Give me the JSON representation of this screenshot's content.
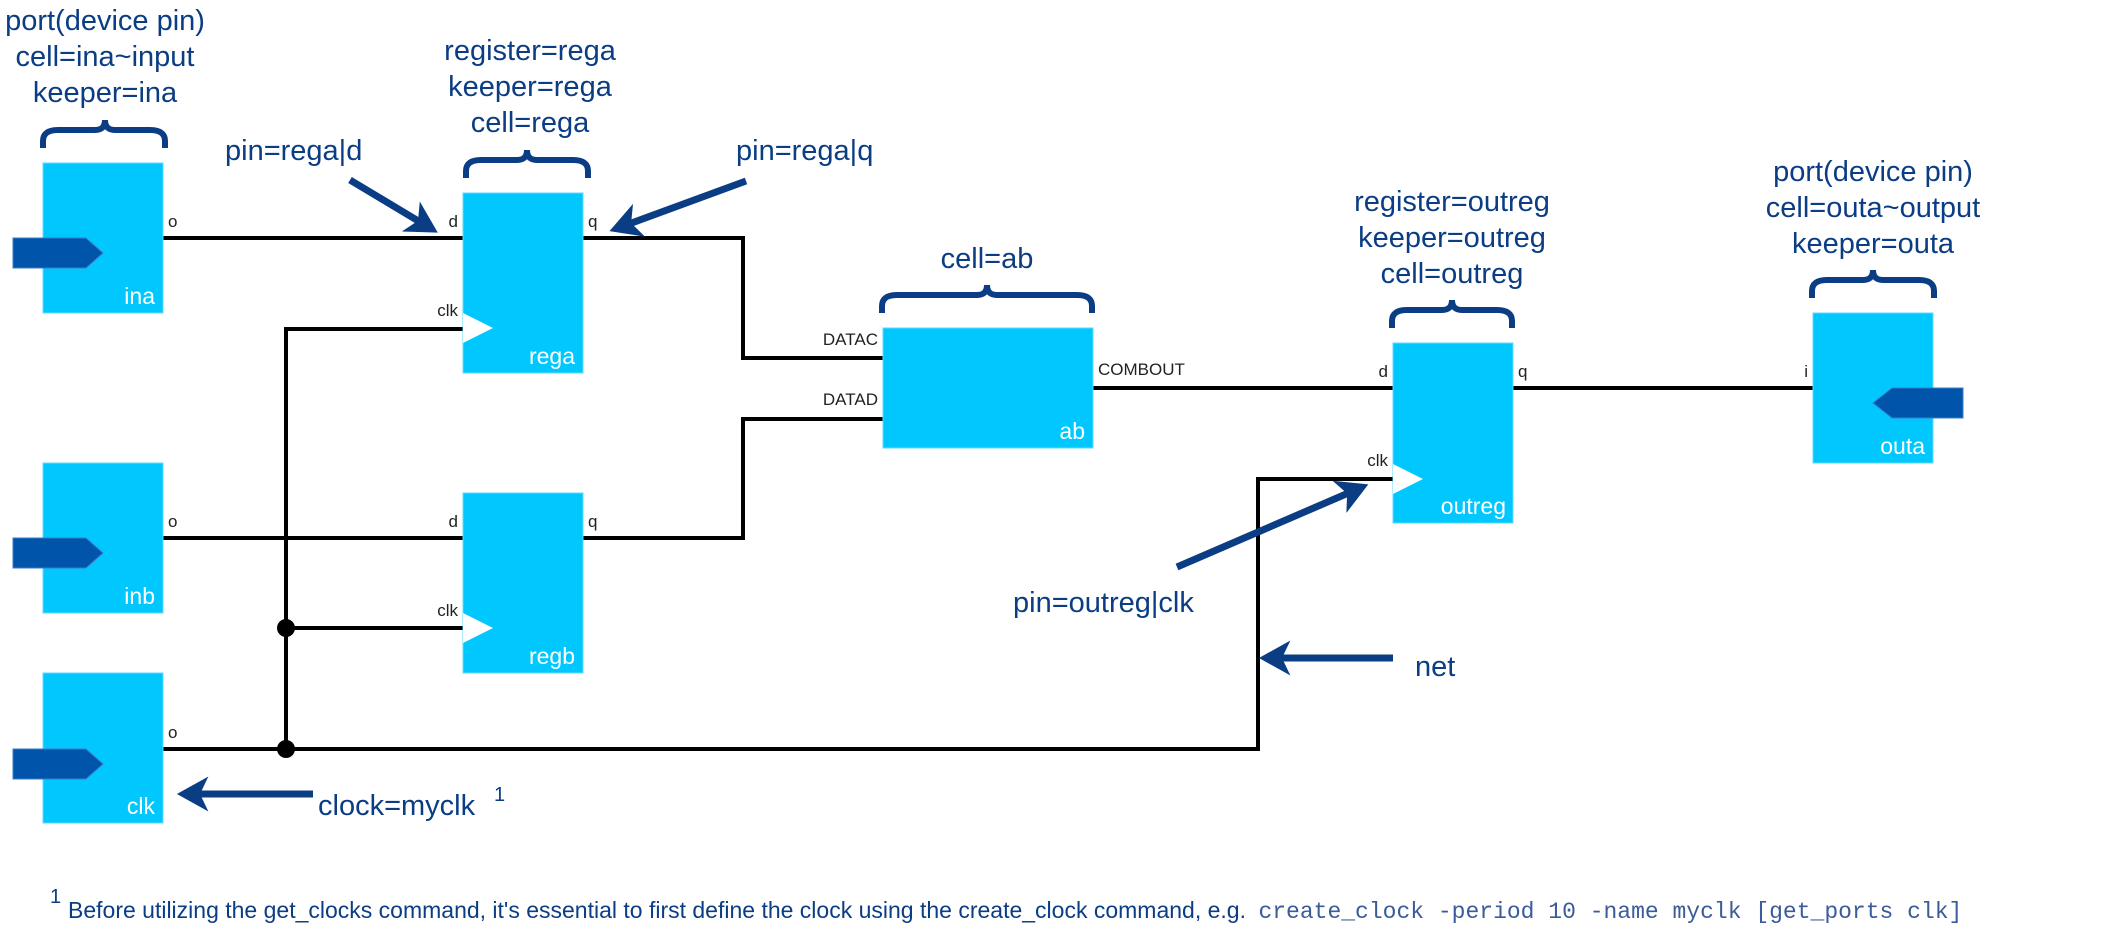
{
  "colors": {
    "block_fill": "#00c8ff",
    "annotation_text": "#0b3d84",
    "port_arrow": "#0055aa",
    "wire": "#000000",
    "code_text": "#3b5b9a"
  },
  "blocks": {
    "ina": {
      "label": "ina",
      "pins": {
        "o": "o"
      }
    },
    "inb": {
      "label": "inb",
      "pins": {
        "o": "o"
      }
    },
    "clk": {
      "label": "clk",
      "pins": {
        "o": "o"
      }
    },
    "rega": {
      "label": "rega",
      "pins": {
        "d": "d",
        "q": "q",
        "clk": "clk"
      }
    },
    "regb": {
      "label": "regb",
      "pins": {
        "d": "d",
        "q": "q",
        "clk": "clk"
      }
    },
    "ab": {
      "label": "ab",
      "pins": {
        "datac": "DATAC",
        "datad": "DATAD",
        "combout": "COMBOUT"
      }
    },
    "outreg": {
      "label": "outreg",
      "pins": {
        "d": "d",
        "q": "q",
        "clk": "clk"
      }
    },
    "outa": {
      "label": "outa",
      "pins": {
        "i": "i"
      }
    }
  },
  "annotations": {
    "ina_port": [
      "port(device pin)",
      "cell=ina~input",
      "keeper=ina"
    ],
    "rega_reg": [
      "register=rega",
      "keeper=rega",
      "cell=rega"
    ],
    "ab_cell": [
      "cell=ab"
    ],
    "outreg_reg": [
      "register=outreg",
      "keeper=outreg",
      "cell=outreg"
    ],
    "outa_port": [
      "port(device pin)",
      "cell=outa~output",
      "keeper=outa"
    ],
    "pin_rega_d": "pin=rega|d",
    "pin_rega_q": "pin=rega|q",
    "pin_outreg_clk": "pin=outreg|clk",
    "net": "net",
    "clock": "clock=myclk",
    "clock_footnote_mark": "1"
  },
  "footnote": {
    "mark": "1",
    "text": "Before utilizing the get_clocks command, it's essential to first define the clock using the create_clock command, e.g.",
    "code": "create_clock -period 10 -name myclk [get_ports clk]"
  }
}
